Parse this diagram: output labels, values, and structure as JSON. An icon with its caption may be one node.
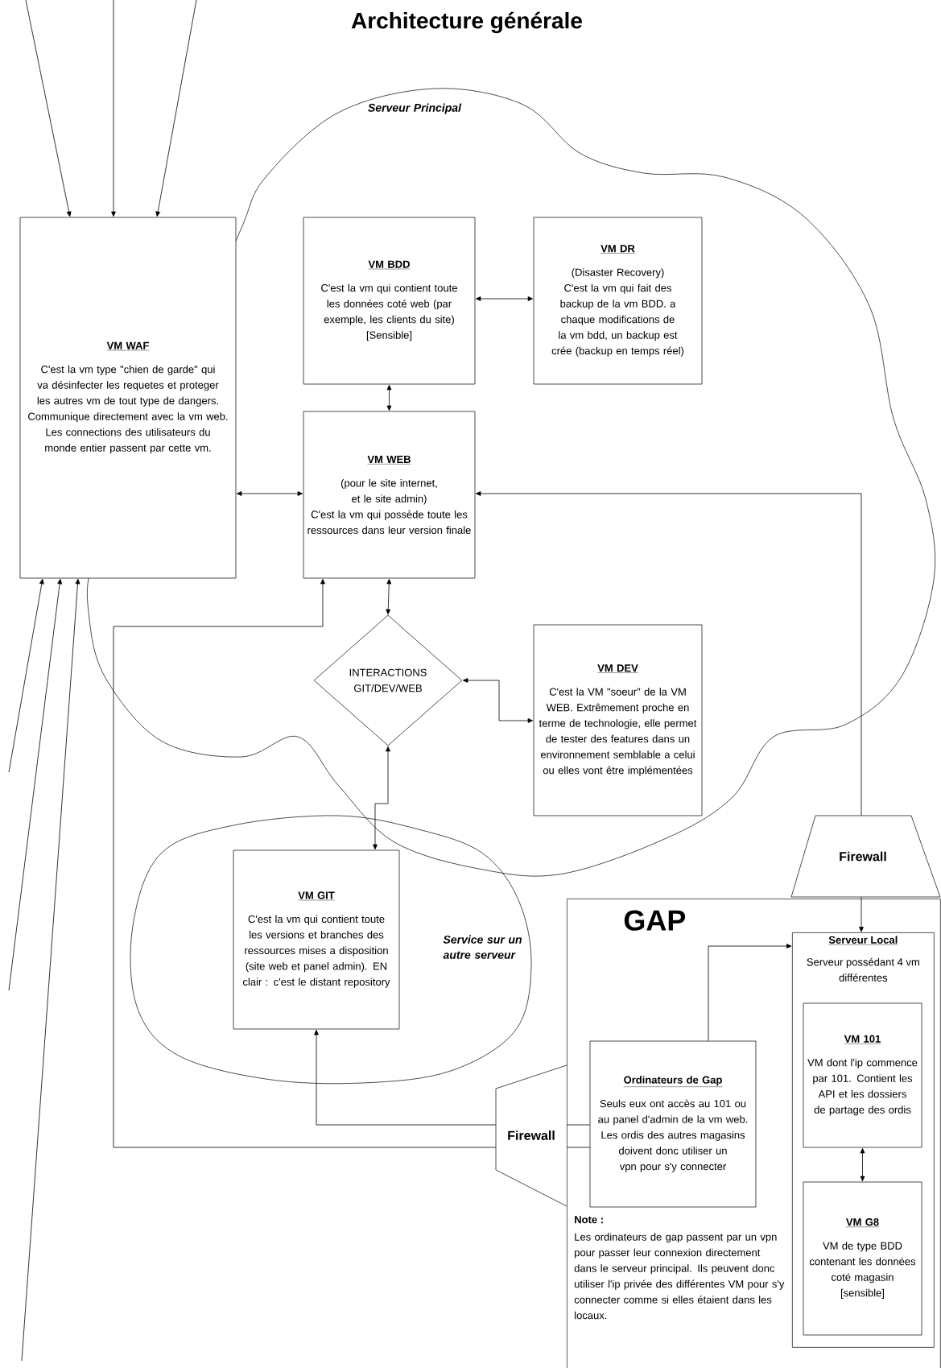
{
  "diagram": {
    "title": "Architecture générale",
    "nodes": [
      {
        "text": [
          "Serveur Principal"
        ]
      },
      {
        "text": [
          "VM WAF",
          "C'est la vm type \"chien de garde\" qui va désinfecter les requetes et proteger les autres vm de tout type de dangers.",
          "Communique directement avec la vm web.",
          "Les connections des utilisateurs du monde entier passent par cette vm."
        ]
      },
      {
        "text": [
          "VM BDD",
          "C'est la vm qui contient toute les données coté web (par exemple, les clients du site)",
          "[Sensible]"
        ],
        "in": 0
      },
      {
        "text": [
          "VM DR",
          "(Disaster Recovery)",
          "C'est la vm qui fait des backup de la vm BDD. a chaque modifications de la vm bdd, un backup est crée (backup en temps réel)"
        ],
        "in": 0
      },
      {
        "text": [
          "VM WEB",
          "(pour le site internet, et le site admin)",
          "C'est la vm qui possède toute les ressources dans leur version finale"
        ],
        "in": 0
      },
      {
        "text": [
          "INTERACTIONS GIT/DEV/WEB"
        ],
        "in": 0
      },
      {
        "text": [
          "VM DEV",
          "C'est la VM \"soeur\" de la VM WEB. Extrêmement proche en terme de technologie, elle permet de tester des features dans un environnement semblable a celui ou elles vont être implémentées"
        ],
        "in": 0
      },
      {
        "text": [
          "Service sur un autre serveur"
        ]
      },
      {
        "text": [
          "VM GIT",
          "C'est la vm qui contient toute les versions et branches des ressources mises a disposition (site web et panel admin). EN clair : c'est le distant repository"
        ],
        "in": 7
      },
      {
        "text": [
          "Firewall"
        ]
      },
      {
        "text": [
          "GAP"
        ]
      },
      {
        "text": [
          "Serveur Local",
          "Serveur possédant 4 vm différentes"
        ],
        "in": 10
      },
      {
        "text": [
          "VM 101",
          "VM dont l'ip commence par 101. Contient les API et les dossiers de partage des ordis"
        ],
        "in": 11
      },
      {
        "text": [
          "Ordinateurs de Gap",
          "Seuls eux ont accès au 101 ou au panel d'admin de la vm web.",
          "Les ordis des autres magasins doivent donc utiliser un vpn pour s'y connecter"
        ],
        "in": 10
      },
      {
        "text": [
          "Firewall"
        ]
      },
      {
        "text": [
          "VM G8",
          "VM de type BDD contenant les données coté magasin",
          "[sensible]"
        ],
        "in": 11
      }
    ],
    "edges": [
      {
        "from": null,
        "to": 1,
        "arrow": "to"
      },
      {
        "from": null,
        "to": 1,
        "arrow": "to"
      },
      {
        "from": null,
        "to": 1,
        "arrow": "to"
      },
      {
        "from": null,
        "to": 1,
        "arrow": "to"
      },
      {
        "from": null,
        "to": 1,
        "arrow": "to"
      },
      {
        "from": null,
        "to": 1,
        "arrow": "to"
      },
      {
        "from": 1,
        "to": 4,
        "arrow": "both"
      },
      {
        "from": 2,
        "to": 3,
        "arrow": "both"
      },
      {
        "from": 2,
        "to": 4,
        "arrow": "both"
      },
      {
        "from": 4,
        "to": 5,
        "arrow": "both"
      },
      {
        "from": 5,
        "to": 6,
        "arrow": "both"
      },
      {
        "from": 5,
        "to": 8,
        "arrow": "both"
      },
      {
        "from": 13,
        "to": 14,
        "arrow": "none"
      },
      {
        "from": 14,
        "to": 4,
        "arrow": "to"
      },
      {
        "from": 13,
        "to": 14,
        "arrow": "none"
      },
      {
        "from": 14,
        "to": 8,
        "arrow": "to"
      },
      {
        "from": 9,
        "to": 4,
        "arrow": "to"
      },
      {
        "from": 9,
        "to": 11,
        "arrow": "to"
      },
      {
        "from": 13,
        "to": 11,
        "arrow": "to"
      },
      {
        "from": 12,
        "to": 15,
        "arrow": "both"
      }
    ],
    "labels": [
      "Note :",
      "Les ordinateurs de gap passent par un vpn pour passer leur connexion directement dans le serveur principal. Ils peuvent donc utiliser l'ip privée des différentes VM pour s'y connecter comme si elles étaient dans les locaux."
    ]
  }
}
